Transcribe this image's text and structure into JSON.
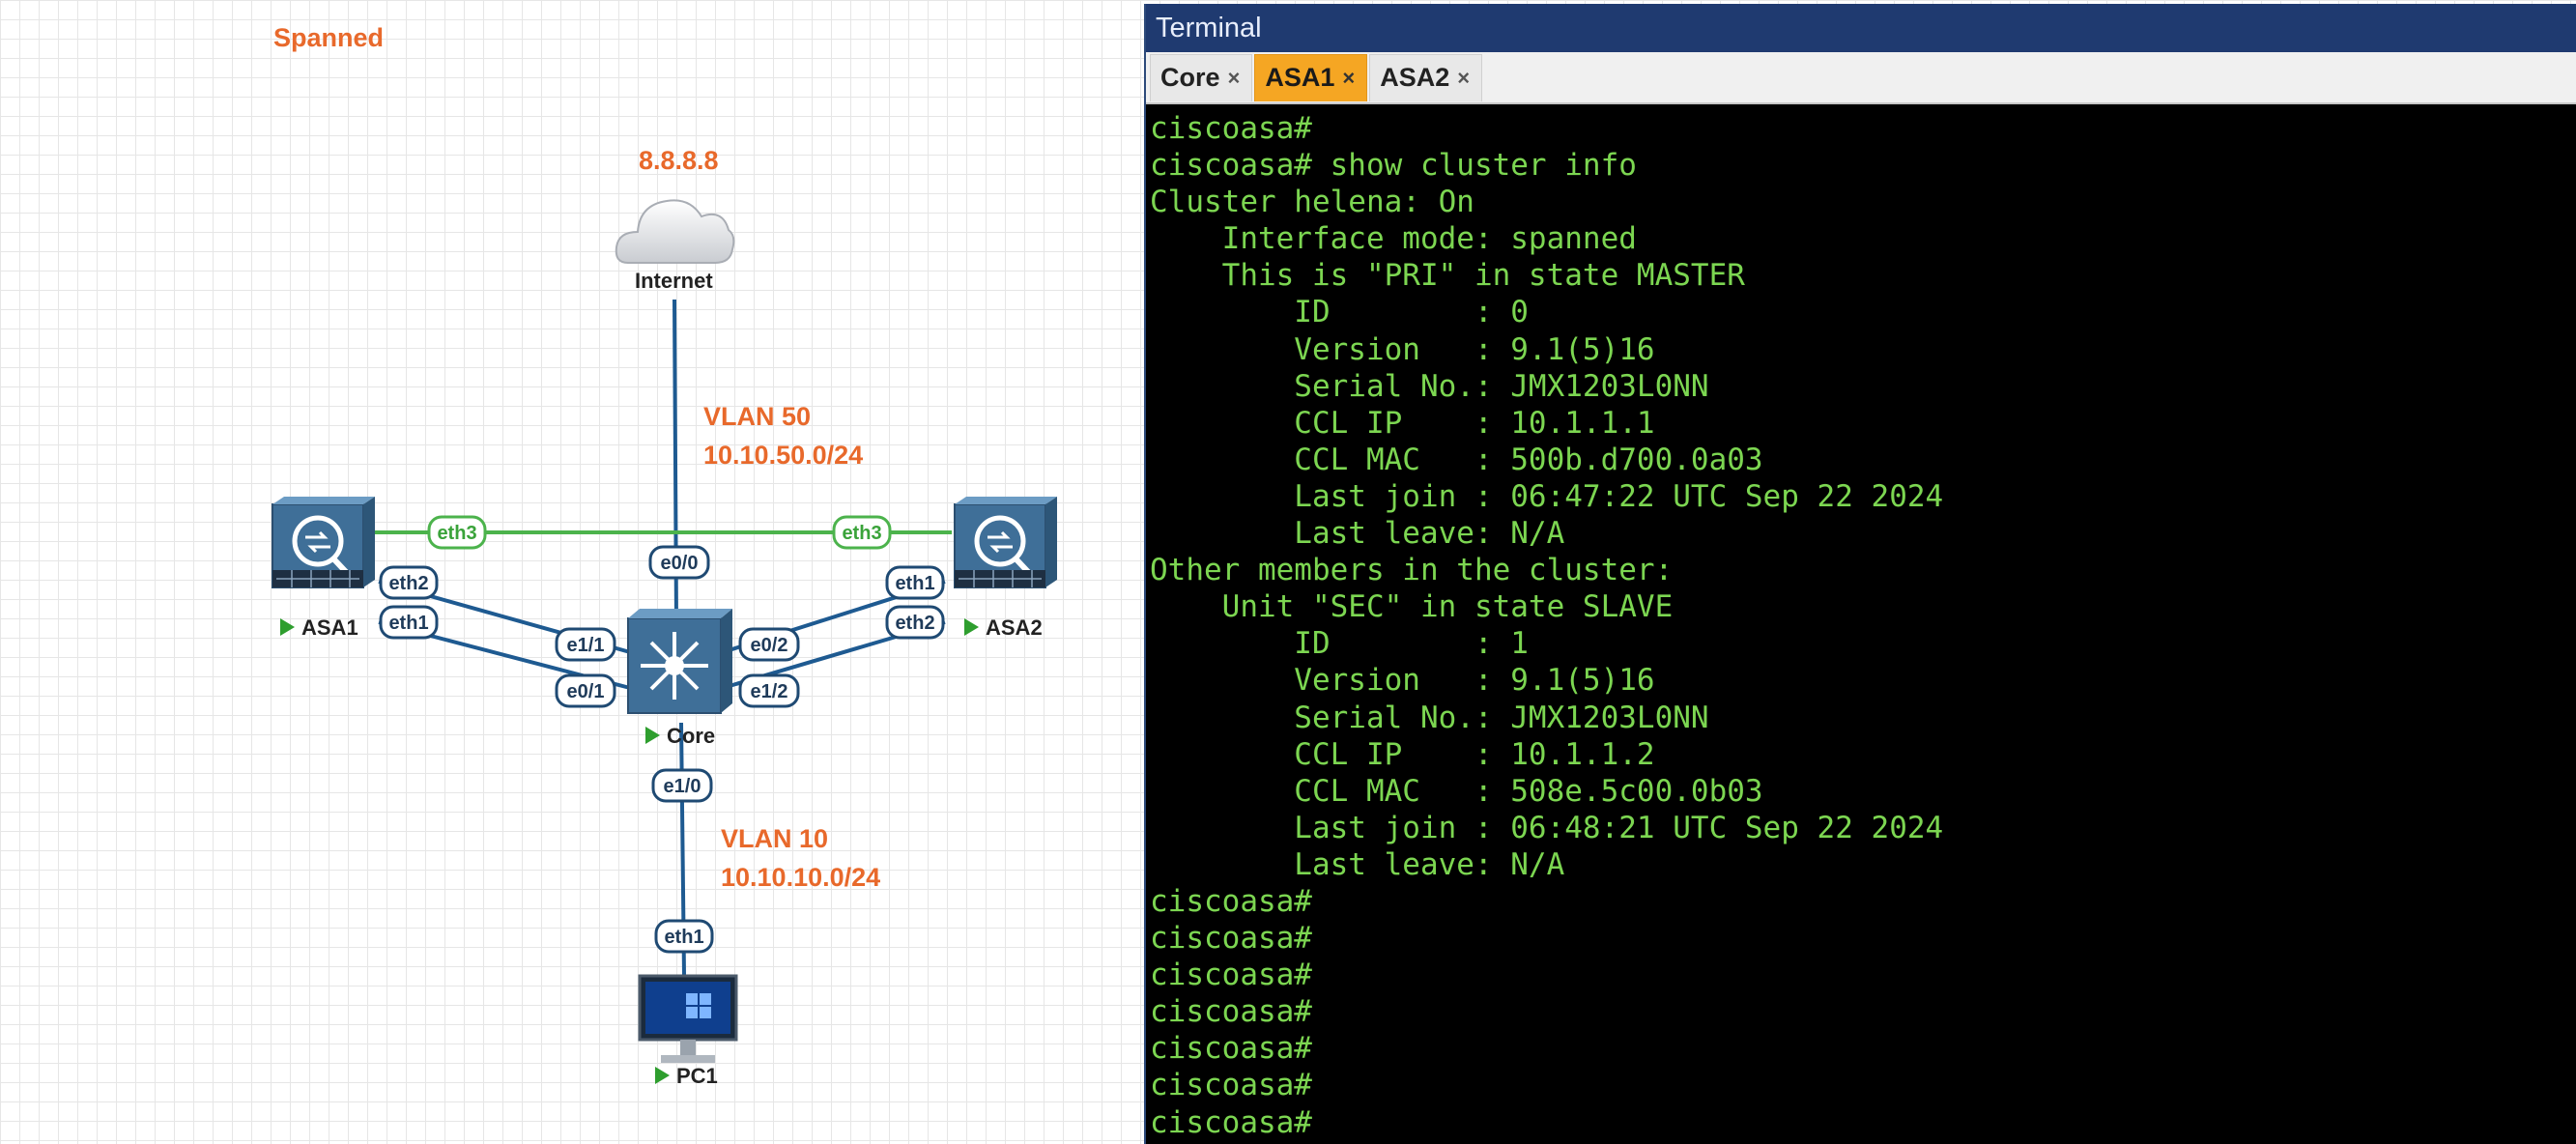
{
  "diagram": {
    "title": "Spanned",
    "internet": {
      "ip": "8.8.8.8",
      "label": "Internet"
    },
    "vlan50": {
      "name": "VLAN 50",
      "subnet": "10.10.50.0/24"
    },
    "vlan10": {
      "name": "VLAN 10",
      "subnet": "10.10.10.0/24"
    },
    "nodes": {
      "asa1": "ASA1",
      "asa2": "ASA2",
      "core": "Core",
      "pc1": "PC1"
    },
    "interfaces": {
      "asa1_eth3": "eth3",
      "asa1_eth2": "eth2",
      "asa1_eth1": "eth1",
      "asa2_eth3": "eth3",
      "asa2_eth1": "eth1",
      "asa2_eth2": "eth2",
      "core_e00": "e0/0",
      "core_e11": "e1/1",
      "core_e01": "e0/1",
      "core_e02": "e0/2",
      "core_e12": "e1/2",
      "core_e10": "e1/0",
      "pc1_eth1": "eth1"
    },
    "colors": {
      "accent": "#e8692b",
      "link": "#1e5a91",
      "cluster_link": "#4cb34c"
    }
  },
  "terminal": {
    "title": "Terminal",
    "tabs": [
      {
        "label": "Core",
        "active": false
      },
      {
        "label": "ASA1",
        "active": true
      },
      {
        "label": "ASA2",
        "active": false
      }
    ],
    "close_glyph": "×",
    "output": [
      "ciscoasa#",
      "ciscoasa# show cluster info",
      "Cluster helena: On",
      "    Interface mode: spanned",
      "    This is \"PRI\" in state MASTER",
      "        ID        : 0",
      "        Version   : 9.1(5)16",
      "        Serial No.: JMX1203L0NN",
      "        CCL IP    : 10.1.1.1",
      "        CCL MAC   : 500b.d700.0a03",
      "        Last join : 06:47:22 UTC Sep 22 2024",
      "        Last leave: N/A",
      "Other members in the cluster:",
      "    Unit \"SEC\" in state SLAVE",
      "        ID        : 1",
      "        Version   : 9.1(5)16",
      "        Serial No.: JMX1203L0NN",
      "        CCL IP    : 10.1.1.2",
      "        CCL MAC   : 508e.5c00.0b03",
      "        Last join : 06:48:21 UTC Sep 22 2024",
      "        Last leave: N/A",
      "ciscoasa#",
      "ciscoasa#",
      "ciscoasa#",
      "ciscoasa#",
      "ciscoasa#",
      "ciscoasa#",
      "ciscoasa#"
    ]
  }
}
